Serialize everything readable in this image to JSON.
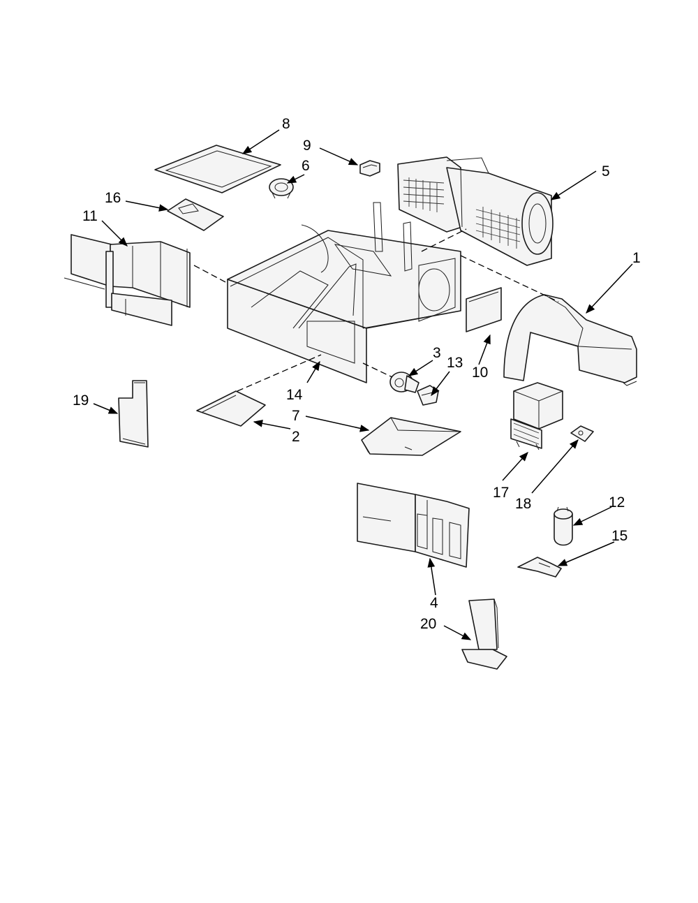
{
  "callouts": {
    "c1": "1",
    "c2": "2",
    "c3": "3",
    "c4": "4",
    "c5": "5",
    "c6": "6",
    "c7": "7",
    "c8": "8",
    "c9": "9",
    "c10": "10",
    "c11": "11",
    "c12": "12",
    "c13": "13",
    "c14": "14",
    "c15": "15",
    "c16": "16",
    "c17": "17",
    "c18": "18",
    "c19": "19",
    "c20": "20"
  },
  "colors": {
    "line": "#1a1a1a",
    "paper": "#ffffff",
    "part_fill": "#f4f4f4"
  }
}
